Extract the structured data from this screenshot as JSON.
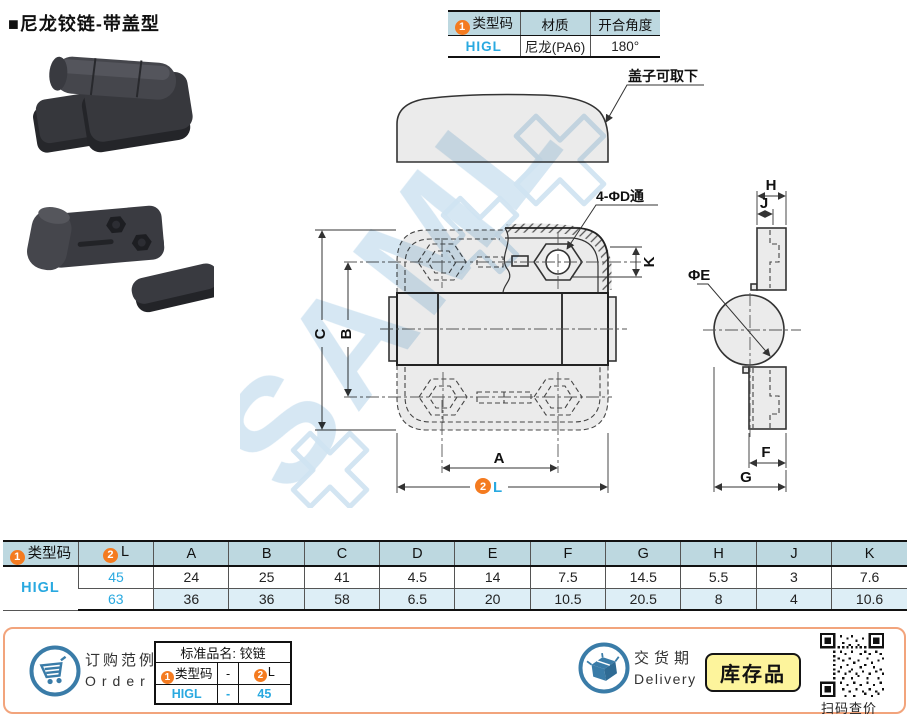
{
  "badges": {
    "one": "1",
    "two": "2"
  },
  "page": {
    "title": "■尼龙铰链-带盖型"
  },
  "spec_table": {
    "headers": [
      "类型码",
      "材质",
      "开合角度"
    ],
    "type_code": "HIGL",
    "material": "尼龙(PA6)",
    "angle": "180°"
  },
  "drawing": {
    "cover_note": "盖子可取下",
    "hole_note": "4-ΦD通",
    "dia_label": "ΦE",
    "dim_C": "C",
    "dim_B": "B",
    "dim_A": "A",
    "dim_L": "L",
    "dim_K": "K",
    "dim_H": "H",
    "dim_J": "J",
    "dim_F": "F",
    "dim_G": "G",
    "watermark": "SAML"
  },
  "dim_table": {
    "col1_header": "类型码",
    "col2_header": "L",
    "letter_headers": [
      "A",
      "B",
      "C",
      "D",
      "E",
      "F",
      "G",
      "H",
      "J",
      "K"
    ],
    "type_code": "HIGL",
    "rows": [
      {
        "L": "45",
        "values": [
          "24",
          "25",
          "41",
          "4.5",
          "14",
          "7.5",
          "14.5",
          "5.5",
          "3",
          "7.6"
        ]
      },
      {
        "L": "63",
        "values": [
          "36",
          "36",
          "58",
          "6.5",
          "20",
          "10.5",
          "20.5",
          "8",
          "4",
          "10.6"
        ]
      }
    ]
  },
  "order": {
    "title_cn": "订购范例",
    "title_en": "Order",
    "name_row": "标准品名: 铰链",
    "col1": "类型码",
    "col2": "L",
    "dash": "-",
    "val_code": "HIGL",
    "val_dash": "-",
    "val_L": "45",
    "delivery_cn": "交货期",
    "delivery_en": "Delivery",
    "stock_badge": "库存品",
    "qr_caption": "扫码查价"
  },
  "colors": {
    "accent_blue": "#29a9e0",
    "accent_orange": "#f47b20",
    "table_header_bg": "#bdd8e0",
    "zebra_bg": "#ddeef6",
    "strip_border": "#f2a47c",
    "stock_badge_bg": "#fdf49c",
    "icon_blue": "#3a7ca8",
    "watermark_blue": "#cfe3f1"
  }
}
